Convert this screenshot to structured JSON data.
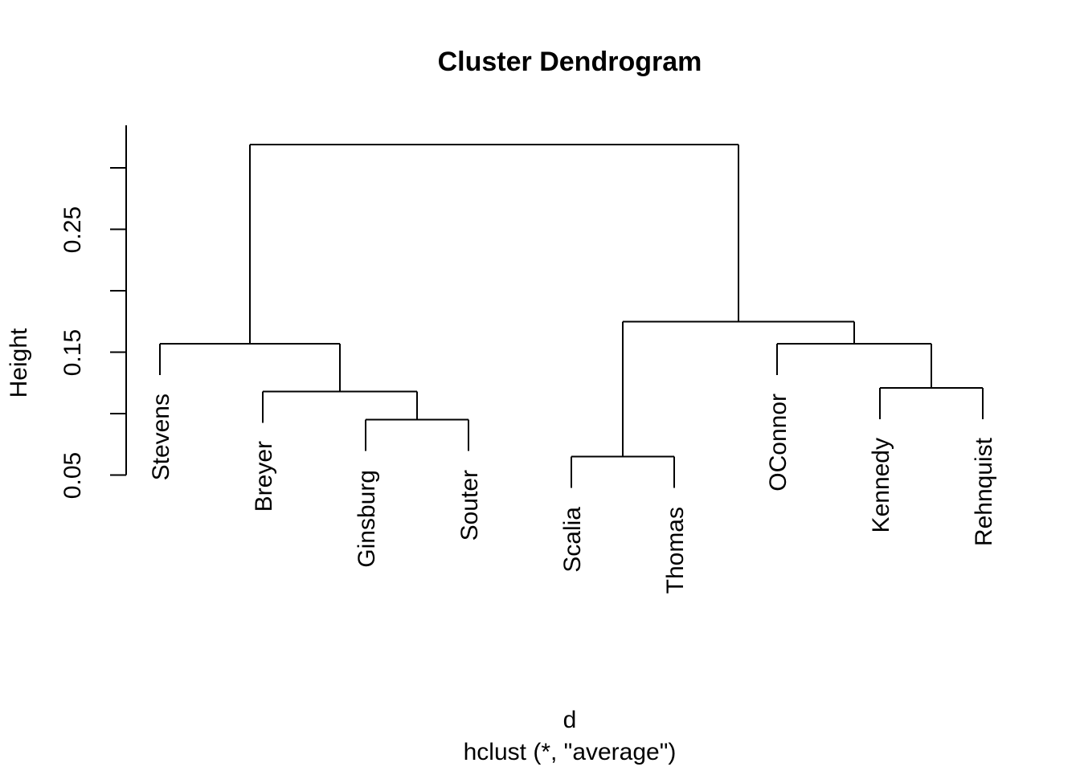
{
  "title": "Cluster Dendrogram",
  "y_axis": {
    "label": "Height",
    "ticks": [
      {
        "value": 0.05,
        "label": "0.05"
      },
      {
        "value": 0.1,
        "label": ""
      },
      {
        "value": 0.15,
        "label": "0.15"
      },
      {
        "value": 0.2,
        "label": ""
      },
      {
        "value": 0.25,
        "label": "0.25"
      },
      {
        "value": 0.3,
        "label": ""
      }
    ]
  },
  "x_axis": {
    "label_line1": "d",
    "label_line2": "hclust (*, \"average\")"
  },
  "chart_data": {
    "type": "dendrogram",
    "leaves": [
      "Stevens",
      "Breyer",
      "Ginsburg",
      "Souter",
      "Scalia",
      "Thomas",
      "OConnor",
      "Kennedy",
      "Rehnquist"
    ],
    "merges": [
      {
        "id": "scalia-thomas",
        "children": [
          "Scalia",
          "Thomas"
        ],
        "height": 0.065
      },
      {
        "id": "ginsburg-souter",
        "children": [
          "Ginsburg",
          "Souter"
        ],
        "height": 0.095
      },
      {
        "id": "breyer-gs",
        "children": [
          "Breyer",
          "ginsburg-souter"
        ],
        "height": 0.118
      },
      {
        "id": "kennedy-rehnquist",
        "children": [
          "Kennedy",
          "Rehnquist"
        ],
        "height": 0.121
      },
      {
        "id": "stevens-bgs",
        "children": [
          "Stevens",
          "breyer-gs"
        ],
        "height": 0.157
      },
      {
        "id": "oconnor-kr",
        "children": [
          "OConnor",
          "kennedy-rehnquist"
        ],
        "height": 0.157
      },
      {
        "id": "right-cluster",
        "children": [
          "scalia-thomas",
          "oconnor-kr"
        ],
        "height": 0.175
      },
      {
        "id": "root",
        "children": [
          "stevens-bgs",
          "right-cluster"
        ],
        "height": 0.319
      }
    ],
    "hang": 0.0255,
    "ylim": [
      0.05,
      0.335
    ],
    "ylabel": "Height",
    "xlabel": "d",
    "method_caption": "hclust (*, \"average\")",
    "grid": false
  },
  "colors": {
    "line": "#000000",
    "text": "#000000",
    "background": "#ffffff"
  }
}
